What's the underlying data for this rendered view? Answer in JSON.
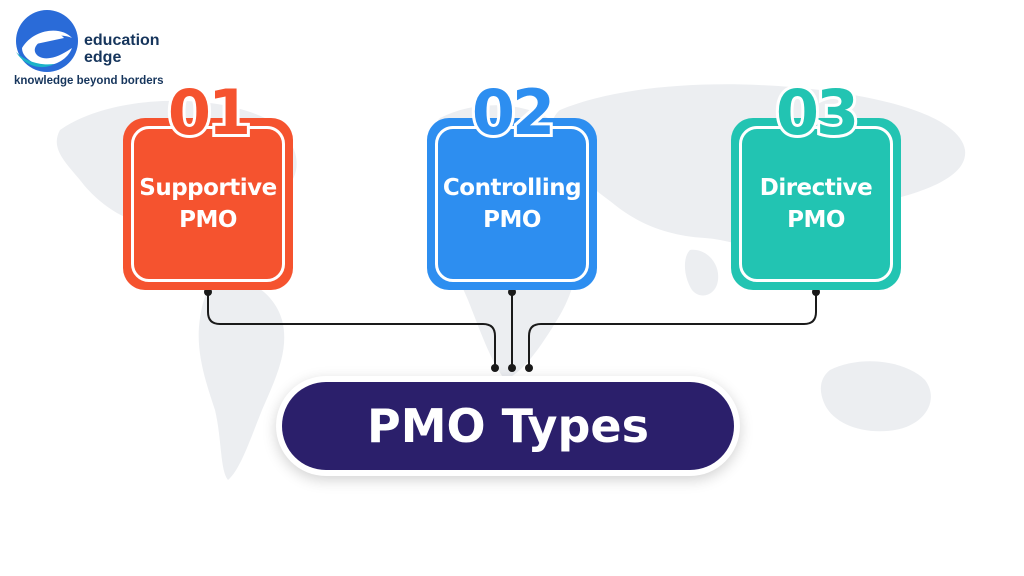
{
  "brand": {
    "name": "education\nedge",
    "tagline": "knowledge beyond borders"
  },
  "colors": {
    "card1": "#f5532f",
    "card2": "#2d8ef0",
    "card3": "#22c4b2",
    "pill": "#2b1f6b",
    "connector": "#1a1a1a",
    "map": "#eceef1"
  },
  "cards": [
    {
      "number": "01",
      "label": "Supportive\nPMO"
    },
    {
      "number": "02",
      "label": "Controlling\nPMO"
    },
    {
      "number": "03",
      "label": "Directive\nPMO"
    }
  ],
  "title": "PMO Types"
}
